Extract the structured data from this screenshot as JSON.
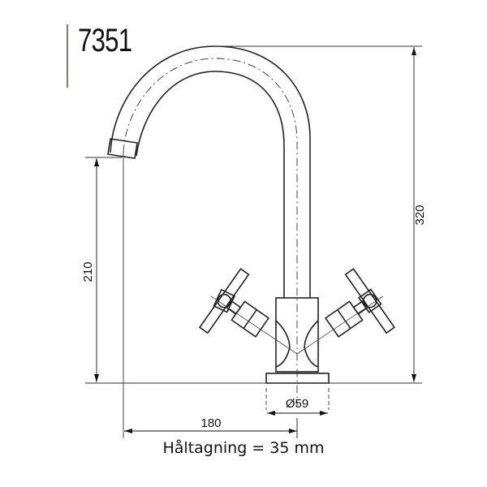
{
  "drawing": {
    "model_number": "7351",
    "accent_bar_color": "#8a7670",
    "line_color": "#222222",
    "dimensions": {
      "total_height": "320",
      "spout_height": "210",
      "spout_reach": "180",
      "base_diameter": "Ø59"
    },
    "caption": "Håltagning = 35 mm"
  }
}
